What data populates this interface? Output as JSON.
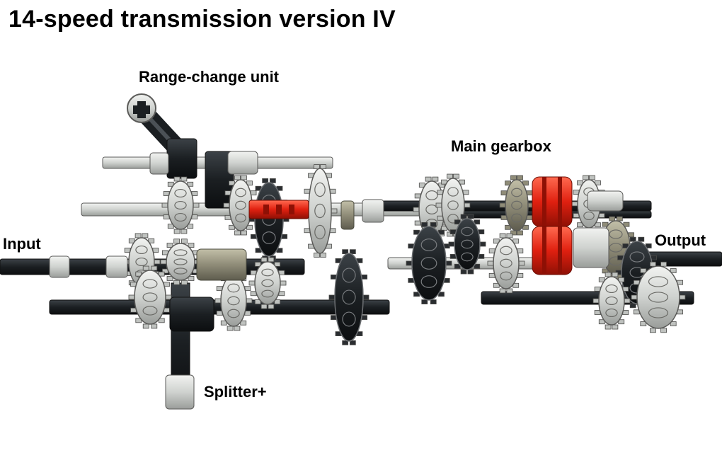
{
  "title": "14-speed transmission version IV",
  "labels": {
    "range_change": "Range-change unit",
    "main_gearbox": "Main gearbox",
    "input": "Input",
    "output": "Output",
    "splitter": "Splitter+"
  },
  "colors": {
    "axle": "#1b1f22",
    "light_part": "#cfd2cf",
    "outline": "#5a5a58",
    "dark_tan": "#8f8c78",
    "red_part": "#e02010",
    "black_gear": "#2a2d30"
  }
}
